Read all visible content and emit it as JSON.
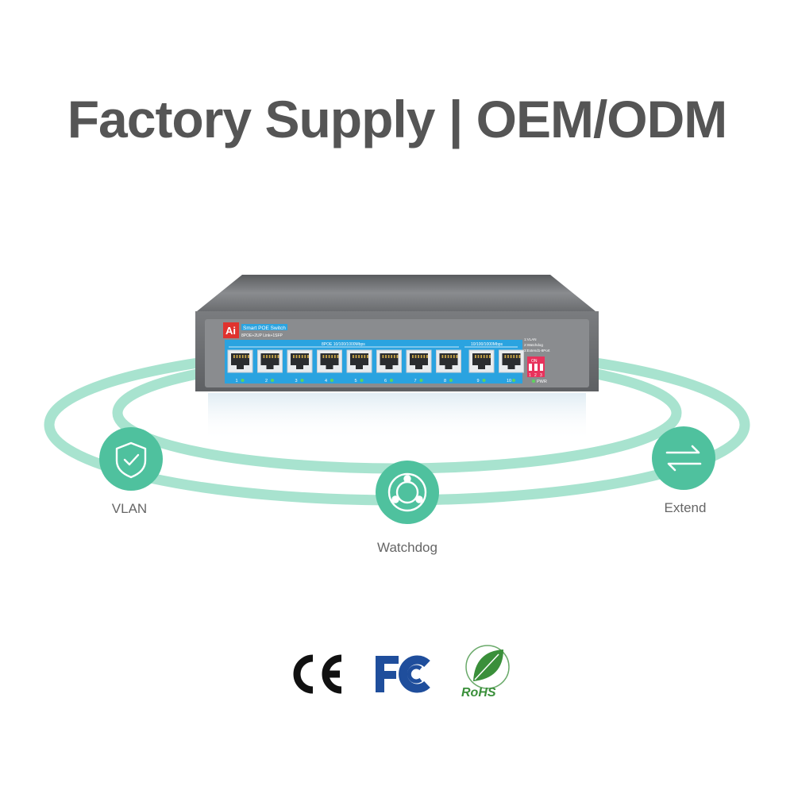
{
  "headline": "Factory Supply | OEM/ODM",
  "colors": {
    "headline": "#555555",
    "accent_green": "#4fc19e",
    "ring_green": "#a8e3cf",
    "panel_blue": "#2aa3e0",
    "switch_body": "#6b6d70",
    "led_green": "#5fd35f",
    "dip_red": "#e8325c",
    "logo_red": "#e0322e",
    "fcc_blue": "#1f4e9c",
    "rohs_green": "#3a8f3a"
  },
  "switch": {
    "brand": "Ai",
    "model_title": "Smart POE Switch",
    "model_subtitle": "8POE+2UP Link+1SFP",
    "poe_group_label": "8POE 10/100/1000Mbps",
    "uplink_group_label": "10/100/1000Mbps",
    "dip_notes": [
      "1:VLAN",
      "2:Watchdog",
      "3:Extend1-8Port"
    ],
    "dip_on_label": "ON",
    "dip_numbers": [
      "1",
      "2",
      "3"
    ],
    "port_numbers": [
      "1",
      "2",
      "3",
      "4",
      "5",
      "6",
      "7",
      "8",
      "9",
      "10"
    ],
    "pwr_label": "PWR"
  },
  "features": [
    {
      "label": "VLAN",
      "icon": "shield-check-icon"
    },
    {
      "label": "Watchdog",
      "icon": "watchdog-icon"
    },
    {
      "label": "Extend",
      "icon": "exchange-arrows-icon"
    }
  ],
  "certifications": [
    {
      "label": "CE",
      "icon": "ce-mark-icon"
    },
    {
      "label": "FC",
      "icon": "fcc-mark-icon"
    },
    {
      "label": "RoHS",
      "icon": "rohs-leaf-icon"
    }
  ]
}
